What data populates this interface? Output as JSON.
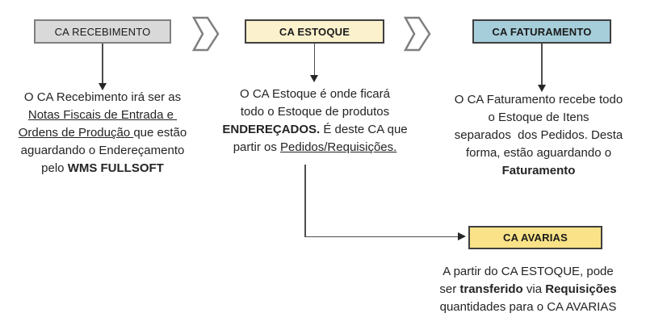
{
  "diagram": {
    "colors": {
      "text": "#242424",
      "line": "#4D4D4D",
      "chevron_stroke": "#7F7F7F"
    },
    "nodes": [
      {
        "id": "ca-recebimento",
        "label": "CA RECEBIMENTO",
        "fill": "#D9D9D9",
        "border": "#7F7F7F"
      },
      {
        "id": "ca-estoque",
        "label": "CA ESTOQUE",
        "fill": "#FBF1CD",
        "border": "#3F3F3F"
      },
      {
        "id": "ca-faturamento",
        "label": "CA FATURAMENTO",
        "fill": "#A6CDDA",
        "border": "#3F3F3F"
      },
      {
        "id": "ca-avarias",
        "label": "CA AVARIAS",
        "fill": "#F9E287",
        "border": "#3F3F3F"
      }
    ],
    "descriptions": {
      "recebimento": [
        [
          {
            "t": "O CA Recebimento irá ser as"
          }
        ],
        [
          {
            "t": "Notas Fiscais de Entrada e ",
            "u": true
          }
        ],
        [
          {
            "t": "Ordens de Produção ",
            "u": true
          },
          {
            "t": "que estão"
          }
        ],
        [
          {
            "t": "aguardando o Endereçamento"
          }
        ],
        [
          {
            "t": "pelo "
          },
          {
            "t": "WMS FULLSOFT",
            "b": true
          }
        ]
      ],
      "estoque": [
        [
          {
            "t": "O CA Estoque é onde ficará"
          }
        ],
        [
          {
            "t": "todo o Estoque de produtos"
          }
        ],
        [
          {
            "t": "ENDEREÇADOS.",
            "b": true
          },
          {
            "t": " É deste CA que"
          }
        ],
        [
          {
            "t": "partir os "
          },
          {
            "t": "Pedidos/Requisições.",
            "u": true
          }
        ]
      ],
      "faturamento": [
        [
          {
            "t": "O CA Faturamento recebe todo"
          }
        ],
        [
          {
            "t": "o Estoque de Itens"
          }
        ],
        [
          {
            "t": "separados  dos Pedidos. Desta"
          }
        ],
        [
          {
            "t": "forma, estão aguardando o"
          }
        ],
        [
          {
            "t": "Faturamento",
            "b": true
          }
        ]
      ],
      "avarias": [
        [
          {
            "t": "A partir do CA ESTOQUE, pode"
          }
        ],
        [
          {
            "t": "ser "
          },
          {
            "t": "transferido",
            "b": true
          },
          {
            "t": " via "
          },
          {
            "t": "Requisições",
            "b": true
          }
        ],
        [
          {
            "t": "quantidades para o CA AVARIAS"
          }
        ]
      ]
    }
  }
}
